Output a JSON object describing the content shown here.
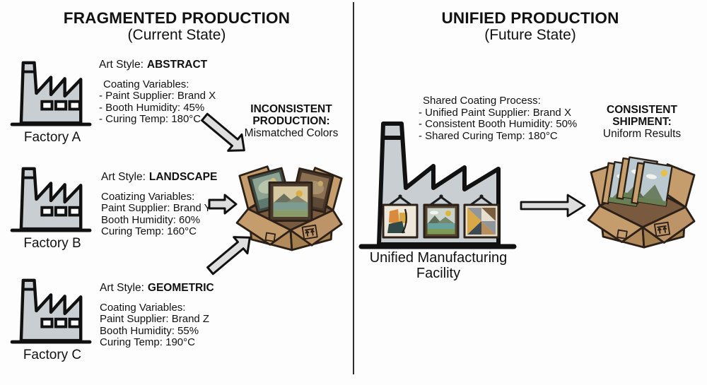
{
  "left": {
    "title": "FRAGMENTED PRODUCTION",
    "subtitle": "(Current State)",
    "factories": [
      {
        "label": "Factory A",
        "art_style_label": "Art Style:",
        "art_style": "ABSTRACT",
        "vars_title": "Coating Variables:",
        "vars": [
          "- Paint Supplier: Brand X",
          "- Booth Humidity: 45%",
          "- Curing Temp: 180°C"
        ]
      },
      {
        "label": "Factory B",
        "art_style_label": "Art Style:",
        "art_style": "LANDSCAPE",
        "vars_title": "Coatizing Variables:",
        "vars": [
          "Paint Supplier: Brand Y",
          "Booth Humidity: 60%",
          "Curing Temp: 160°C"
        ]
      },
      {
        "label": "Factory C",
        "art_style_label": "Art Style:",
        "art_style": "GEOMETRIC",
        "vars_title": "Coating Variables:",
        "vars": [
          "Paint Supplier: Brand Z",
          "Booth Humidity: 55%",
          "Curing Temp: 190°C"
        ]
      }
    ],
    "outcome": {
      "heading_line1": "INCONSISTENT",
      "heading_line2": "PRODUCTION:",
      "subheading": "Mismatched Colors"
    }
  },
  "right": {
    "title": "UNIFIED PRODUCTION",
    "subtitle": "(Future State)",
    "process": {
      "title": "Shared Coating Process:",
      "lines": [
        "- Unified Paint Supplier: Brand X",
        "- Consistent Booth Humidity: 50%",
        "- Shared Curing Temp: 180°C"
      ]
    },
    "facility_label_line1": "Unified Manufacturing",
    "facility_label_line2": "Facility",
    "outcome": {
      "heading_line1": "CONSISTENT",
      "heading_line2": "SHIPMENT:",
      "subheading": "Uniform Results"
    }
  },
  "icons": {
    "factory": "factory-icon",
    "unified_factory": "unified-factory-icon",
    "open_box_mismatched": "open-box-mismatched-icon",
    "open_box_uniform": "open-box-uniform-icon",
    "block_arrow": "block-arrow-icon",
    "this_way_up": "this-way-up-mark"
  },
  "colors": {
    "outline": "#111111",
    "factory_fill": "#c9ced2",
    "cardboard_light": "#c59c6c",
    "cardboard_mid": "#b28a5c",
    "cardboard_dark": "#a5804f",
    "arrow_fill": "#dedede",
    "ink": "#111111"
  }
}
